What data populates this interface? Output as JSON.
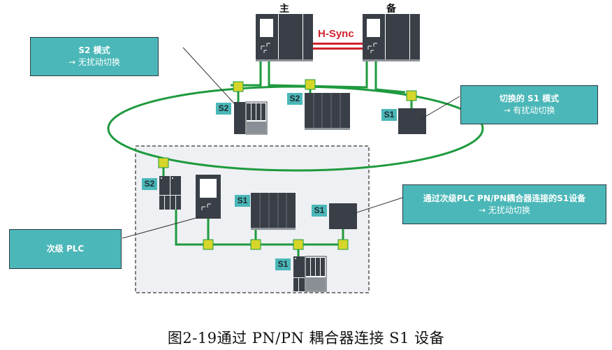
{
  "title": {
    "primary": "主",
    "standby": "备",
    "sync_link": "H-Sync"
  },
  "callouts": {
    "s2_mode": {
      "line1": "S2 模式",
      "line2": "→ 无扰动切换"
    },
    "s1_switched": {
      "line1": "切换的 S1 模式",
      "line2": "→ 有扰动切换"
    },
    "s1_coupler": {
      "line1": "通过次级PLC PN/PN耦合器连接的S1设备",
      "line2": "→ 无扰动切换"
    },
    "secondary_plc": {
      "line1": "次级 PLC"
    }
  },
  "tags": {
    "ring_s2_left": "S2",
    "ring_s2_mid": "S2",
    "ring_s1_right": "S1",
    "sub_s2": "S2",
    "sub_s1_rack": "S1",
    "sub_s1_box": "S1",
    "sub_s1_bottom": "S1"
  },
  "colors": {
    "network_green": "#1e9a3e",
    "node_yellow": "#d6d62a",
    "device_dark": "#3a3f47",
    "callout_teal": "#4bb7b8",
    "hsync_red": "#d0222e",
    "subnet_bg": "#eef0f3"
  },
  "caption": "图2-19通过 PN/PN 耦合器连接 S1 设备"
}
